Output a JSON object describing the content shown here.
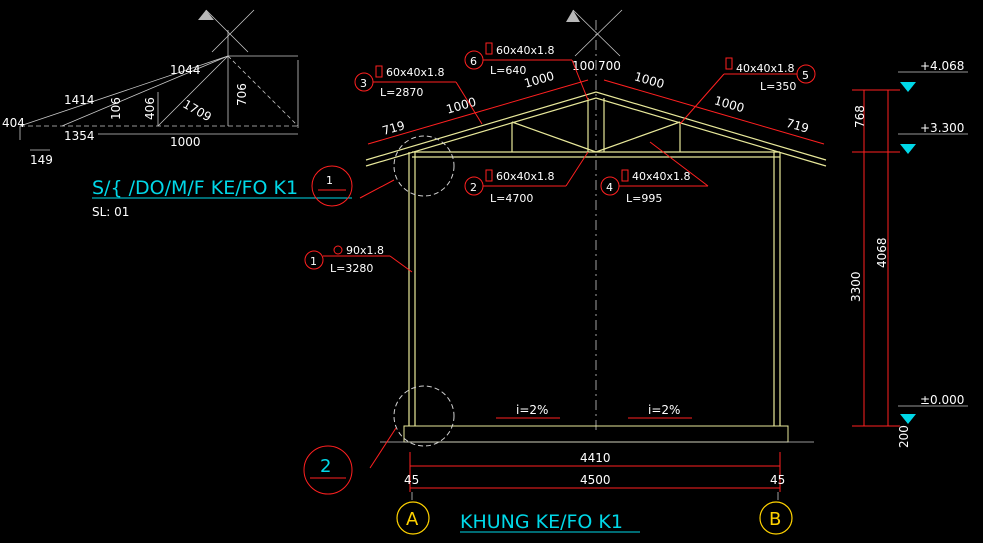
{
  "sketch": {
    "dims": {
      "d1044": "1044",
      "d1414": "1414",
      "d404": "404",
      "d106": "106",
      "d406": "406",
      "d1709": "1709",
      "d706": "706",
      "d1354": "1354",
      "d1000": "1000",
      "d149": "149"
    },
    "title": "S/{ /DO/M/F KE/FO K1",
    "scale": "SL: 01"
  },
  "dims": {
    "left_719": "719",
    "left_1000a": "1000",
    "left_1000b": "1000",
    "top_100": "100",
    "top_700": "700",
    "right_1000a": "1000",
    "right_1000b": "1000",
    "right_719": "719",
    "width_4410": "4410",
    "width_4500": "4500",
    "edge_left_45": "45",
    "edge_right_45": "45",
    "v_768": "768",
    "v_3300": "3300",
    "v_4068": "4068",
    "v_200": "200",
    "lvl_top": "+4.068",
    "lvl_mid": "+3.300",
    "lvl_zero": "±0.000",
    "slope_left": "i=2%",
    "slope_right": "i=2%"
  },
  "members": [
    {
      "num": "1",
      "spec": "90x1.8",
      "len": "L=3280"
    },
    {
      "num": "2",
      "spec": "60x40x1.8",
      "len": "L=4700"
    },
    {
      "num": "3",
      "spec": "60x40x1.8",
      "len": "L=2870"
    },
    {
      "num": "4",
      "spec": "40x40x1.8",
      "len": "L=995"
    },
    {
      "num": "5",
      "spec": "40x40x1.8",
      "len": "L=350"
    },
    {
      "num": "6",
      "spec": "60x40x1.8",
      "len": "L=640"
    }
  ],
  "details": {
    "circle_1": "1",
    "circle_2": "2"
  },
  "axes": {
    "a": "A",
    "b": "B"
  },
  "title": "KHUNG KE/FO K1",
  "colors": {
    "bg": "#000000",
    "red": "#ff2020",
    "yellow": "#ffd200",
    "cyan": "#00d8e8",
    "member": "#e8e89a",
    "white": "#ffffff"
  }
}
